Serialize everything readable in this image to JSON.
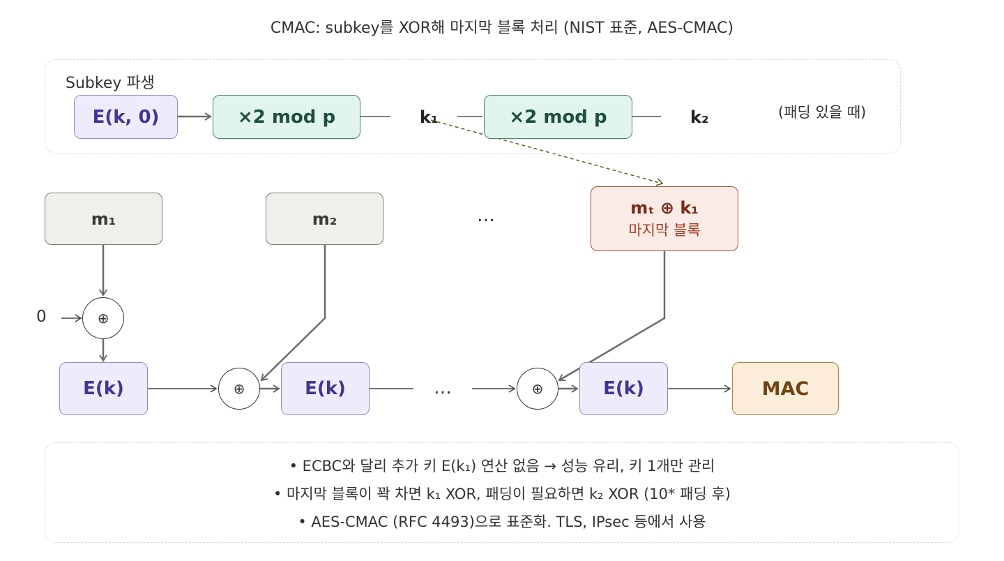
{
  "title": "CMAC: subkey를 XOR해 마지막 블록 처리 (NIST 표준, AES-CMAC)",
  "subkey_panel": {
    "label": "Subkey 파생",
    "enc_box": "E(k, 0)",
    "mul_box_1": "×2 mod p",
    "k1_label": "k₁",
    "mul_box_2": "×2 mod p",
    "k2_label": "k₂",
    "note": "(패딩 있을 때)"
  },
  "messages": {
    "m1": "m₁",
    "m2": "m₂",
    "ellipsis": "…",
    "last_main": "mₜ ⊕ k₁",
    "last_sub": "마지막 블록"
  },
  "chain": {
    "iv_label": "0",
    "xor_symbol": "⊕",
    "enc_label": "E(k)",
    "ellipsis": "…",
    "mac_label": "MAC"
  },
  "notes": [
    "• ECBC와 달리 추가 키 E(k₁) 연산 없음 → 성능 유리, 키 1개만 관리",
    "• 마지막 블록이 꽉 차면 k₁ XOR, 패딩이 필요하면 k₂ XOR (10* 패딩 후)",
    "• AES-CMAC (RFC 4493)으로 표준화. TLS, IPsec 등에서 사용"
  ],
  "colors": {
    "enc_fill": "#eeecfc",
    "mul_fill": "#e2f4ee",
    "msg_fill": "#f1efe9",
    "last_fill": "#fbebe6",
    "mac_fill": "#fbedda",
    "arrow_gray": "#6b6b6b",
    "dashed_arrow": "#6b5a1f"
  }
}
